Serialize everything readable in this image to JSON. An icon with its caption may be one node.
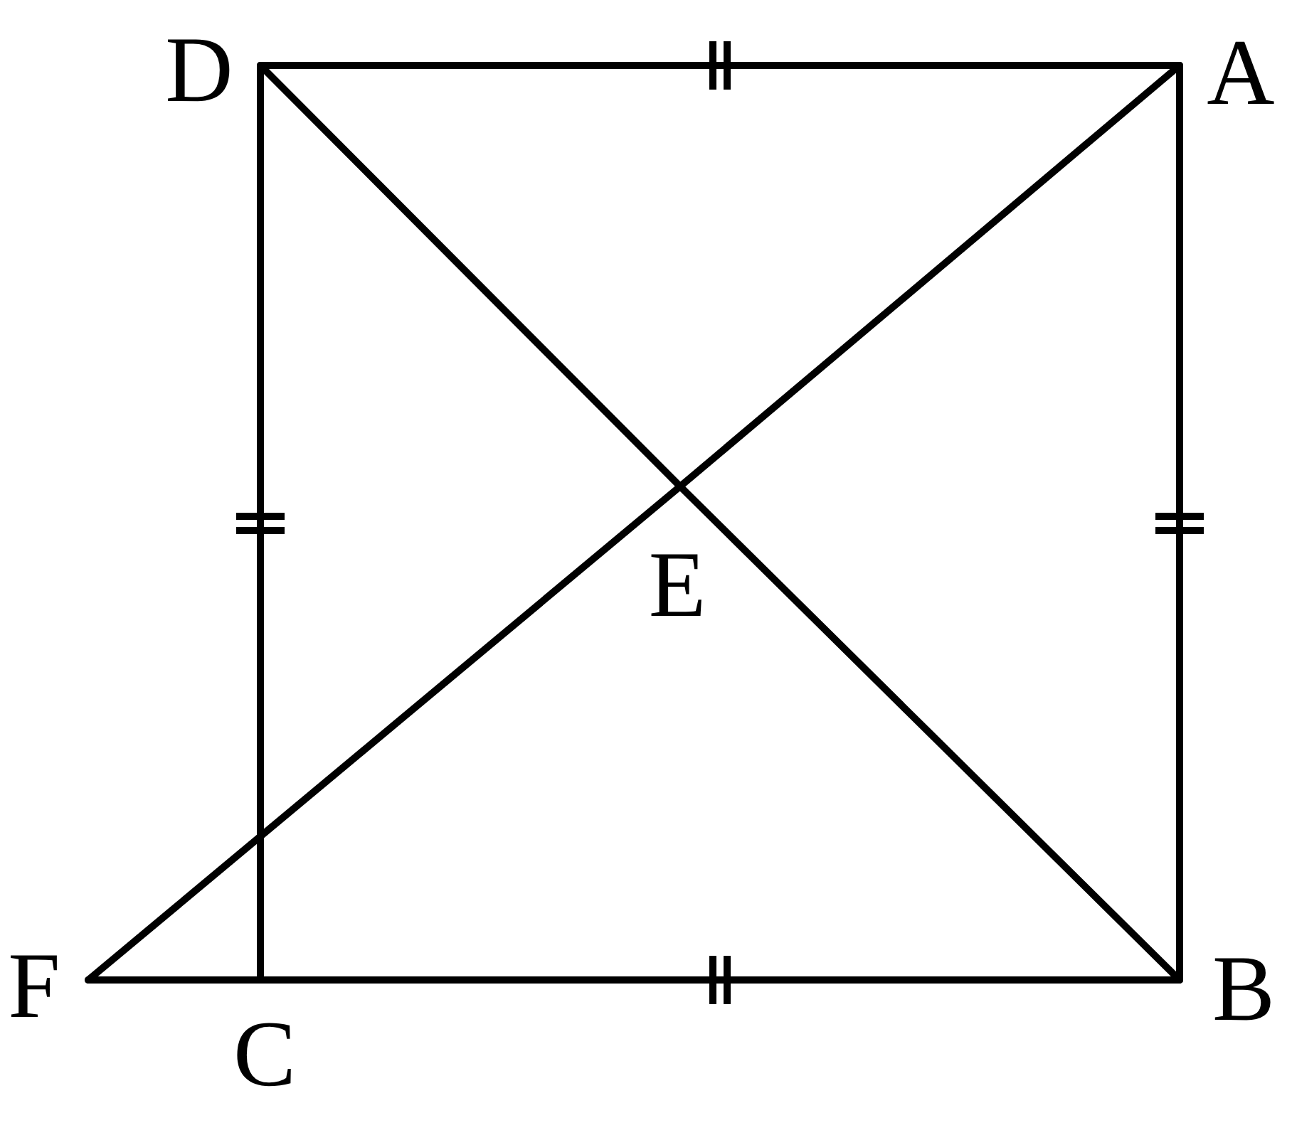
{
  "diagram": {
    "nodes": [
      {
        "text": [
          "D"
        ]
      },
      {
        "text": [
          "A"
        ]
      },
      {
        "text": [
          "E"
        ]
      },
      {
        "text": [
          "F"
        ]
      },
      {
        "text": [
          "C"
        ]
      },
      {
        "text": [
          "B"
        ]
      }
    ],
    "edges": [
      {
        "from": 0,
        "to": 1,
        "arrow": "none"
      },
      {
        "from": 1,
        "to": 5,
        "arrow": "none"
      },
      {
        "from": 0,
        "to": 4,
        "arrow": "none"
      },
      {
        "from": 3,
        "to": 4,
        "arrow": "none"
      },
      {
        "from": 4,
        "to": 5,
        "arrow": "none"
      },
      {
        "from": 0,
        "to": 2,
        "arrow": "none"
      },
      {
        "from": 2,
        "to": 5,
        "arrow": "none"
      },
      {
        "from": 1,
        "to": 2,
        "arrow": "none"
      },
      {
        "from": 2,
        "to": 3,
        "arrow": "none"
      }
    ]
  }
}
